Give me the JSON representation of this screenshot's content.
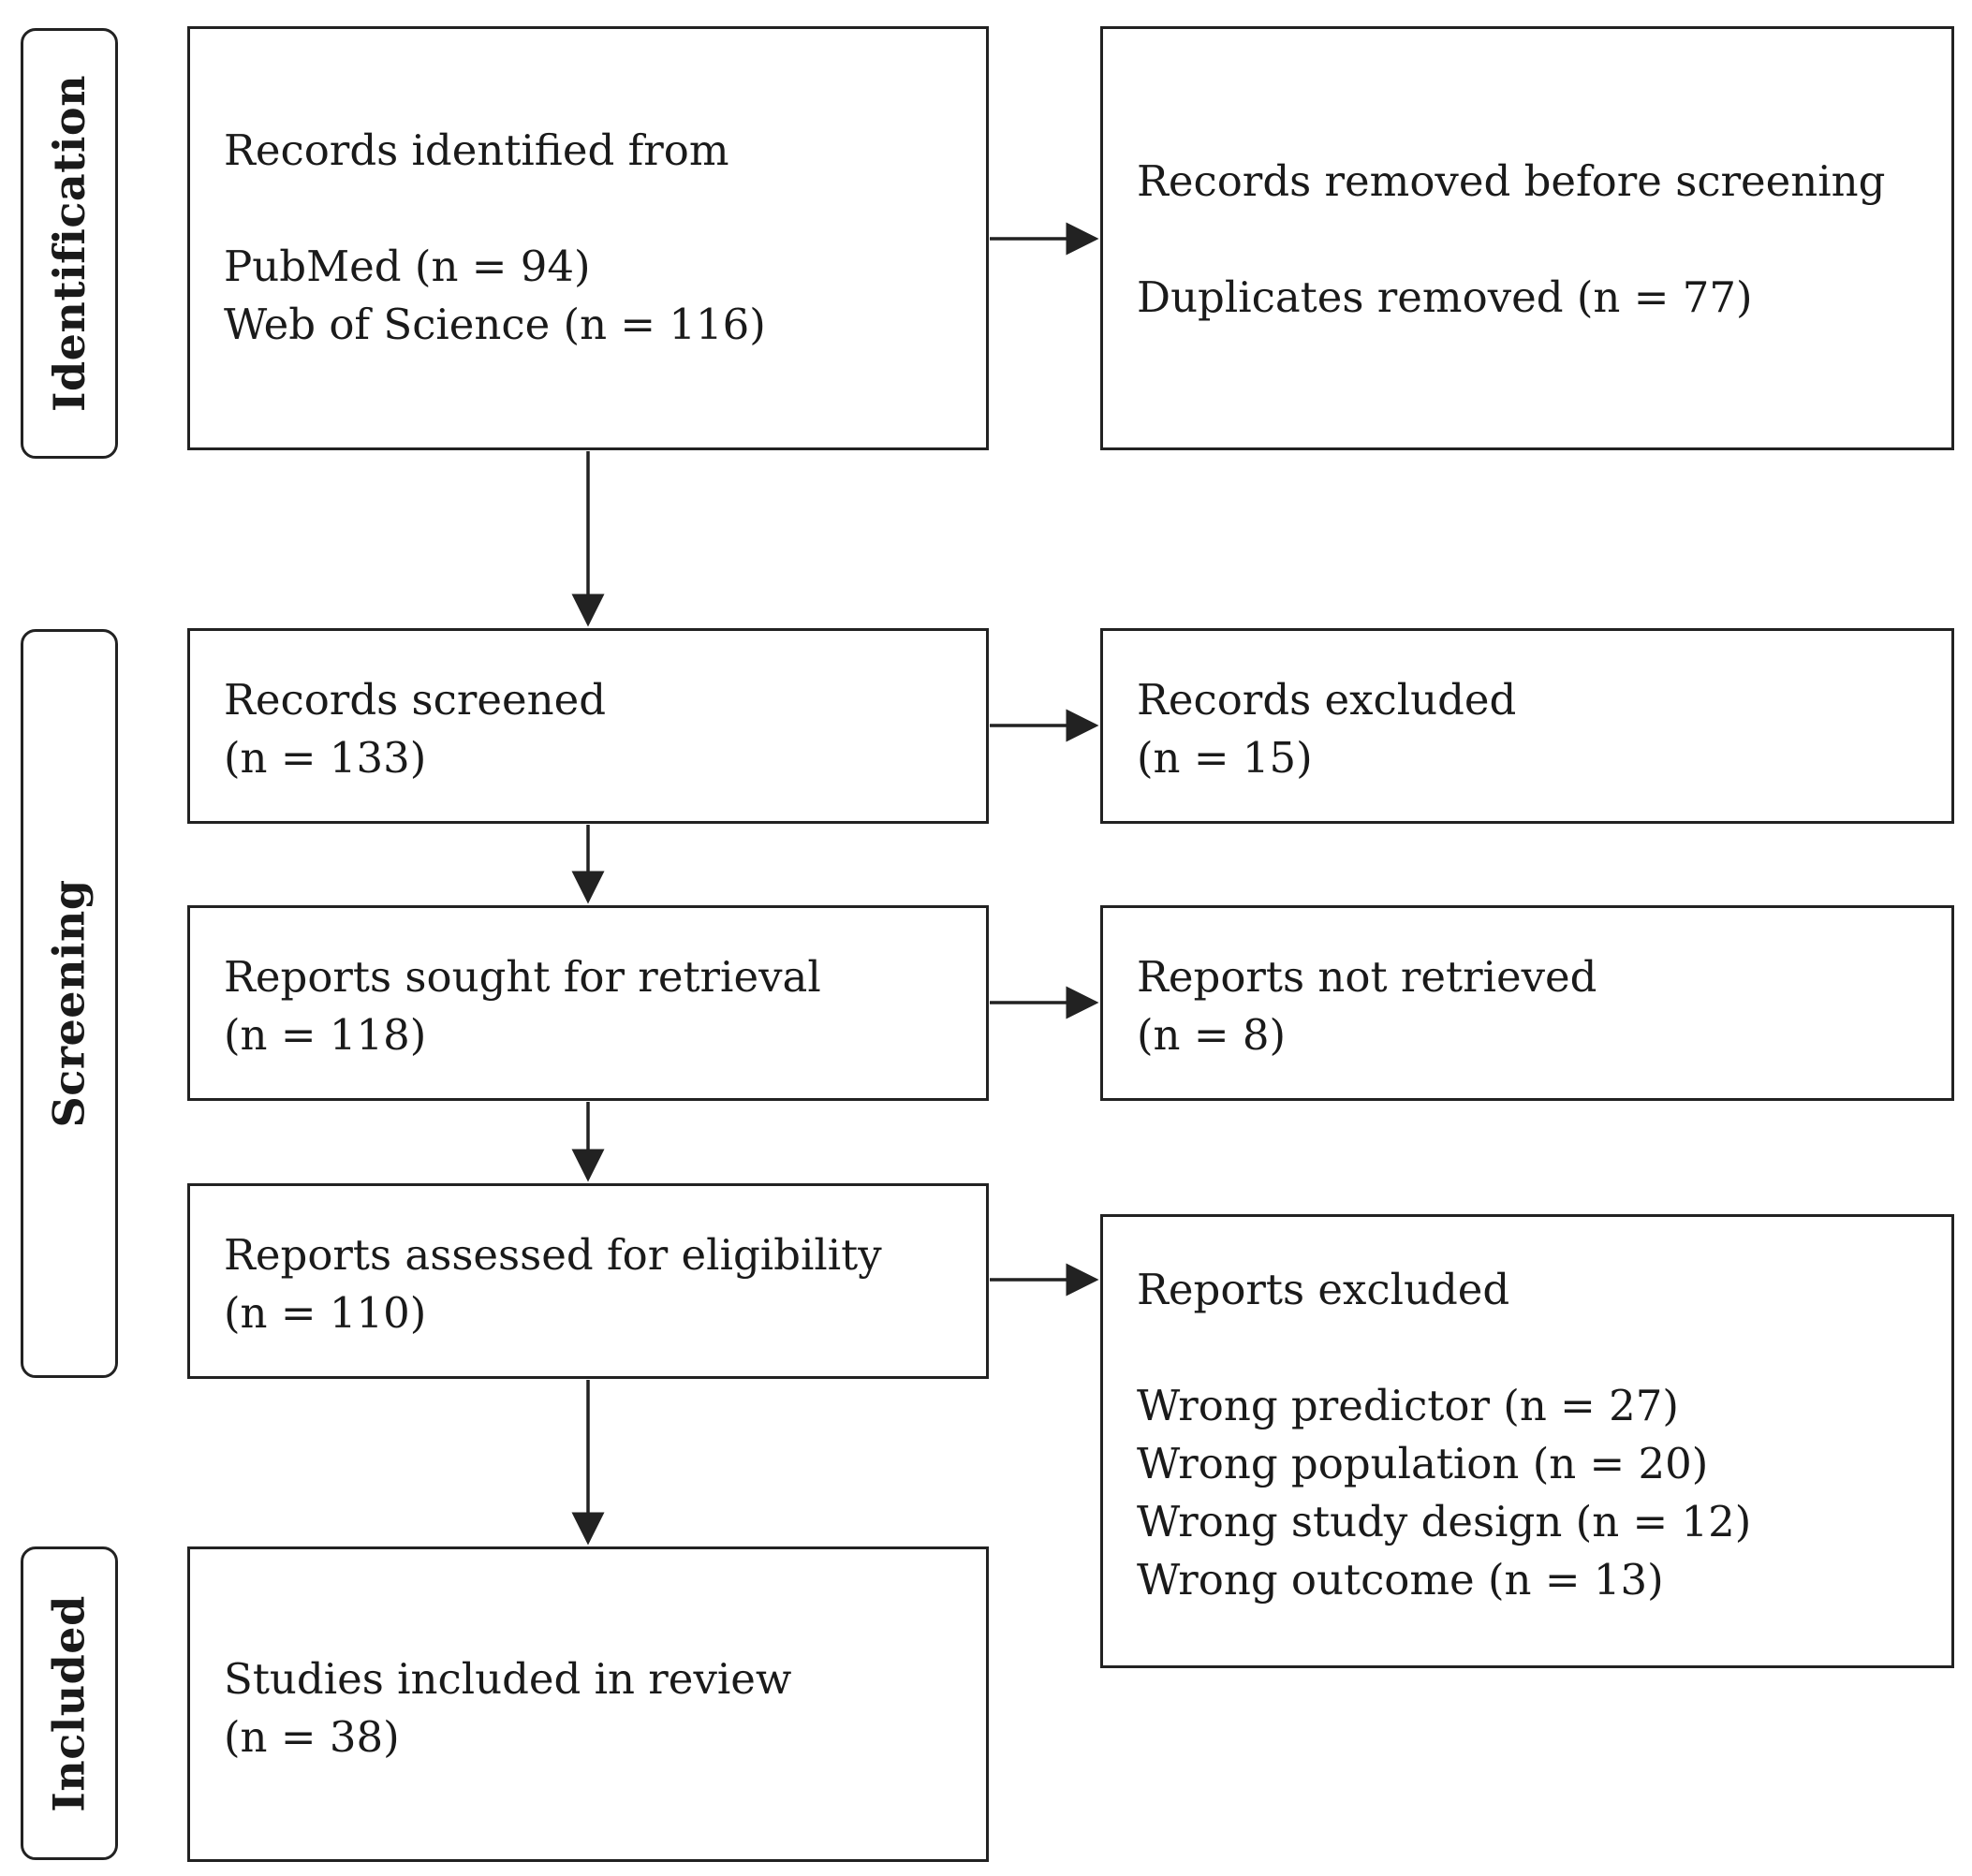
{
  "stages": {
    "identification": "Identification",
    "screening": "Screening",
    "included": "Included"
  },
  "identification": {
    "heading": "Records identified from",
    "pubmed": "PubMed (n = 94)",
    "wos": "Web of Science (n = 116)"
  },
  "removed": {
    "heading": "Records removed before screening",
    "duplicates": "Duplicates removed (n = 77)"
  },
  "screened": {
    "label": "Records screened",
    "count": "(n = 133)"
  },
  "excluded_records": {
    "label": "Records excluded",
    "count": "(n = 15)"
  },
  "sought": {
    "label": "Reports sought for retrieval",
    "count": "(n = 118)"
  },
  "not_retrieved": {
    "label": "Reports not retrieved",
    "count": "(n = 8)"
  },
  "assessed": {
    "label": "Reports assessed for eligibility",
    "count": "(n = 110)"
  },
  "reports_excluded": {
    "heading": "Reports excluded",
    "reasons": [
      "Wrong predictor (n = 27)",
      "Wrong population (n = 20)",
      "Wrong study design (n = 12)",
      "Wrong outcome (n = 13)"
    ]
  },
  "included": {
    "label": "Studies included in review",
    "count": "(n = 38)"
  }
}
